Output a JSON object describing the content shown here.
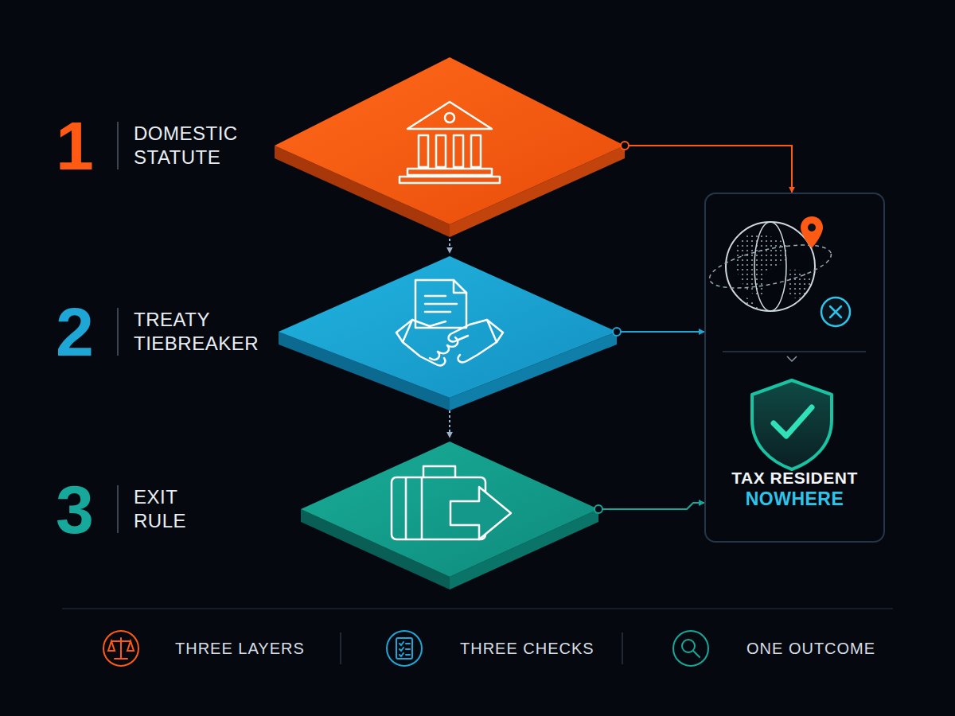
{
  "diagram": {
    "nodes": [
      {
        "text": [
          "1",
          "DOMESTIC STATUTE"
        ]
      },
      {
        "text": [
          "2",
          "TREATY TIEBREAKER"
        ]
      },
      {
        "text": [
          "3",
          "EXIT RULE"
        ]
      },
      {
        "text": [
          "TAX RESIDENT",
          "NOWHERE"
        ]
      }
    ],
    "edges": [
      {
        "from": 0,
        "to": 1,
        "arrow": "to"
      },
      {
        "from": 1,
        "to": 2,
        "arrow": "to"
      },
      {
        "from": 0,
        "to": 3,
        "arrow": "to"
      },
      {
        "from": 1,
        "to": 3,
        "arrow": "to"
      },
      {
        "from": 2,
        "to": 3,
        "arrow": "to"
      }
    ],
    "labels": [
      "THREE LAYERS",
      "THREE CHECKS",
      "ONE OUTCOME"
    ]
  }
}
